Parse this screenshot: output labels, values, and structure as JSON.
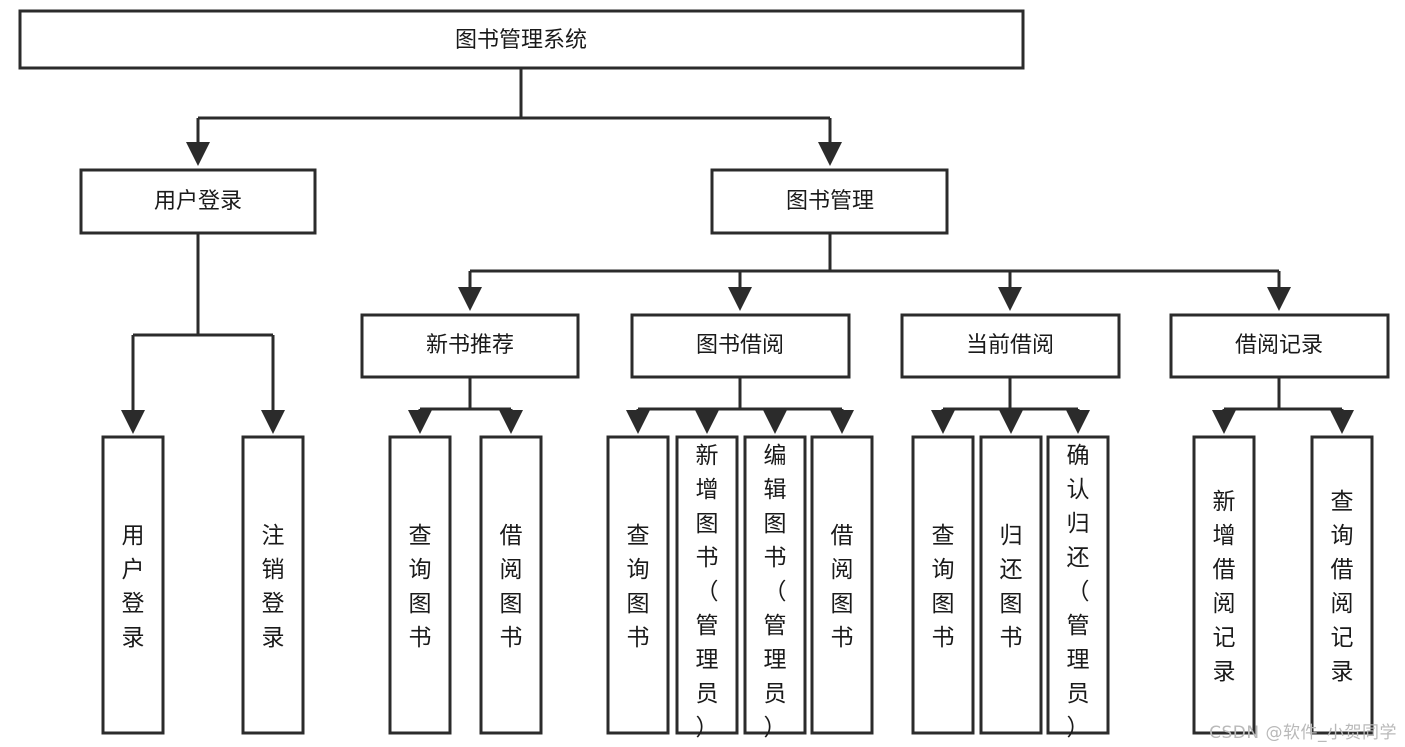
{
  "diagram": {
    "type": "tree",
    "title": "图书管理系统",
    "watermark": "CSDN @软件_小贺同学",
    "colors": {
      "box_stroke": "#2b2b2b",
      "box_fill": "#ffffff",
      "text": "#1a1a1a",
      "watermark": "#b9b9b9",
      "background": "#ffffff"
    },
    "root": {
      "label": "图书管理系统"
    },
    "level1": [
      {
        "label": "用户登录"
      },
      {
        "label": "图书管理"
      }
    ],
    "level2": [
      {
        "label": "新书推荐"
      },
      {
        "label": "图书借阅"
      },
      {
        "label": "当前借阅"
      },
      {
        "label": "借阅记录"
      }
    ],
    "leaves": {
      "user_login": [
        {
          "label": "用户登录"
        },
        {
          "label": "注销登录"
        }
      ],
      "new_book_recommend": [
        {
          "label": "查询图书"
        },
        {
          "label": "借阅图书"
        }
      ],
      "book_borrow": [
        {
          "label": "查询图书"
        },
        {
          "label": "新增图书（管理员）"
        },
        {
          "label": "编辑图书（管理员）"
        },
        {
          "label": "借阅图书"
        }
      ],
      "current_borrow": [
        {
          "label": "查询图书"
        },
        {
          "label": "归还图书"
        },
        {
          "label": "确认归还（管理员）"
        }
      ],
      "borrow_record": [
        {
          "label": "新增借阅记录"
        },
        {
          "label": "查询借阅记录"
        }
      ]
    }
  }
}
